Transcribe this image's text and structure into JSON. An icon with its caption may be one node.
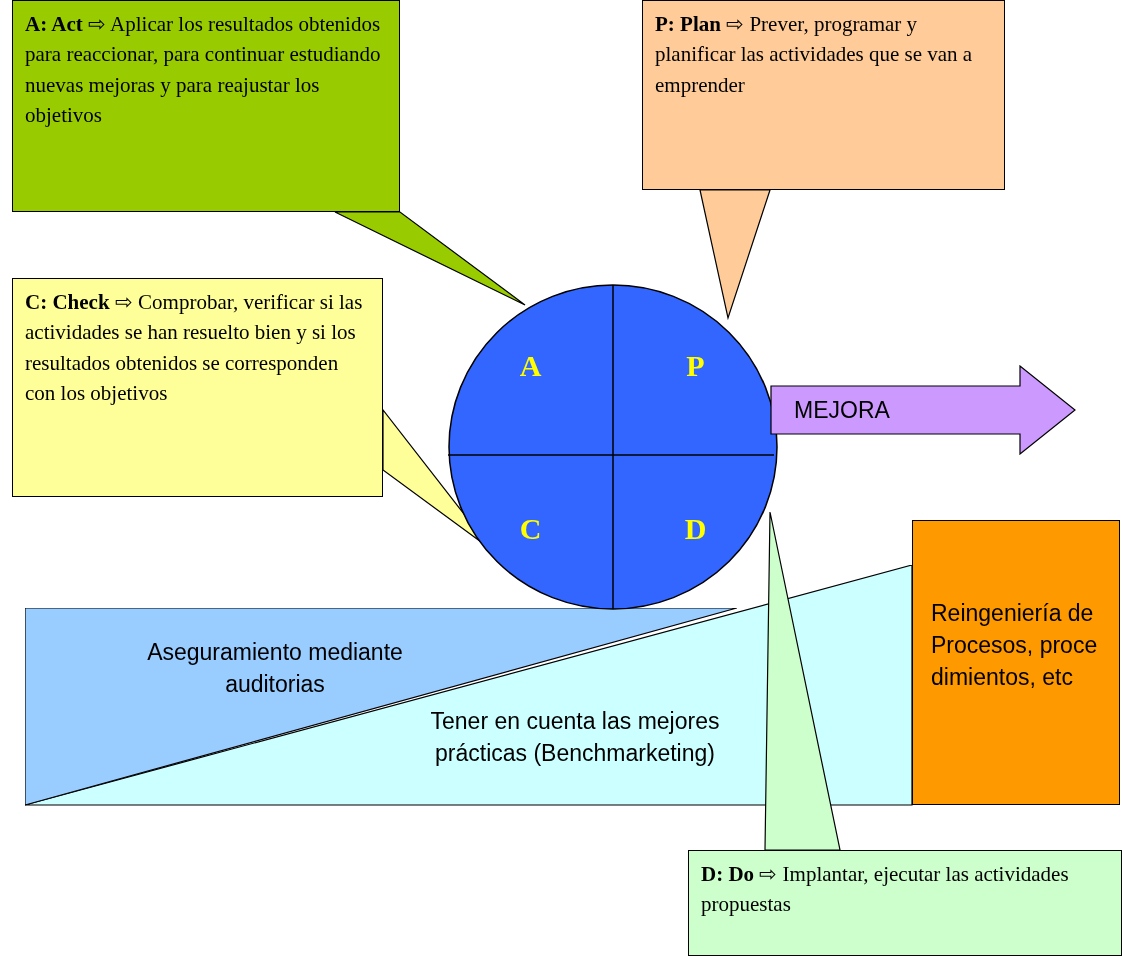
{
  "diagram": {
    "nodes": [
      {
        "text": [
          "**A: Act** ⇨ Aplicar los resultados obtenidos para reaccionar, para continuar estudiando nuevas mejoras y para reajustar los objetivos"
        ]
      },
      {
        "text": [
          "**P: Plan** ⇨ Prever, programar y planificar las actividades que se van a emprender"
        ]
      },
      {
        "text": [
          "**C: Check** ⇨ Comprobar, verificar si las actividades se han resuelto bien y si los resultados obtenidos se corresponden con los objetivos"
        ]
      },
      {
        "text": [],
        "shape": "circle"
      },
      {
        "text": [
          "A"
        ],
        "in": 3
      },
      {
        "text": [
          "P"
        ],
        "in": 3
      },
      {
        "text": [
          "C"
        ],
        "in": 3
      },
      {
        "text": [
          "D"
        ],
        "in": 3
      },
      {
        "text": [
          "MEJORA"
        ]
      },
      {
        "text": [
          "Reingeniería de Procesos, procedimientos, etc"
        ]
      },
      {
        "text": [
          "Aseguramiento mediante auditorias"
        ]
      },
      {
        "text": [
          "Tener en cuenta las mejores prácticas (Benchmarketing)"
        ]
      },
      {
        "text": [
          "**D: Do** ⇨ Implantar, ejecutar las actividades propuestas"
        ]
      }
    ],
    "edges": [
      {
        "from": 0,
        "to": 4,
        "arrow": "none"
      },
      {
        "from": 1,
        "to": 5,
        "arrow": "none"
      },
      {
        "from": 2,
        "to": 6,
        "arrow": "none"
      },
      {
        "from": 12,
        "to": 7,
        "arrow": "none"
      }
    ]
  }
}
